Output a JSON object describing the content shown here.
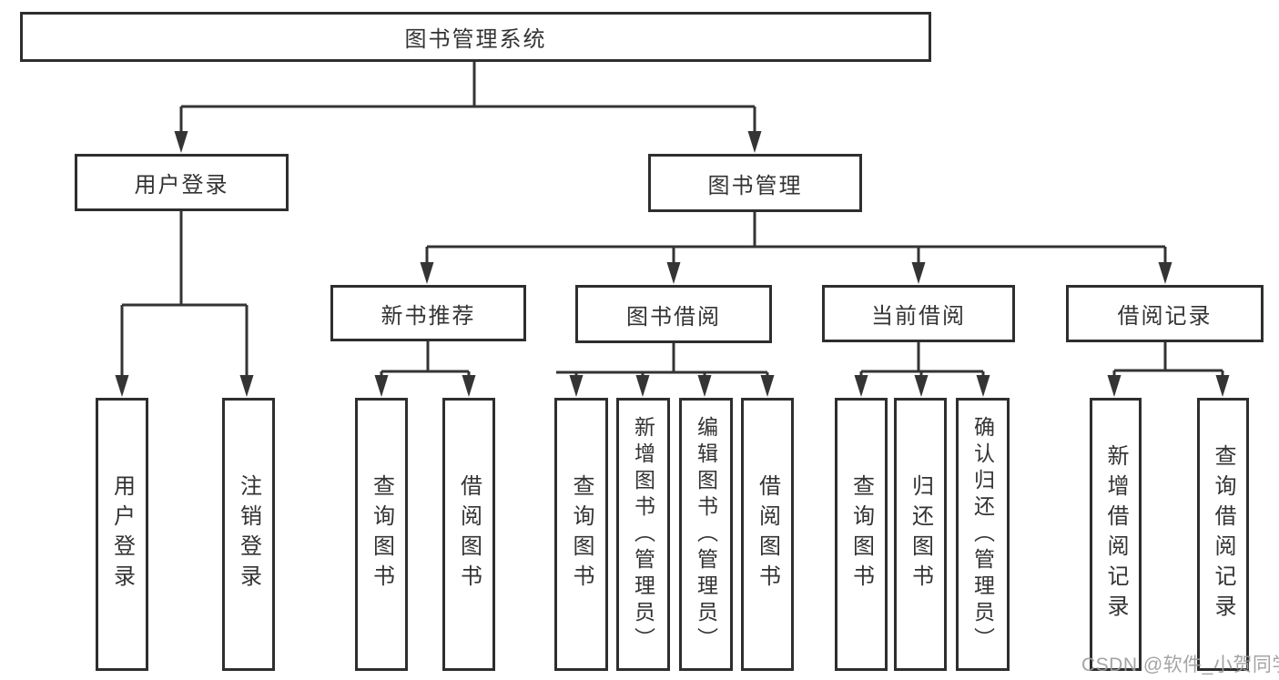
{
  "diagram": {
    "root": {
      "label": "图书管理系统"
    },
    "branches": [
      {
        "label": "用户登录",
        "children": [
          {
            "label": "用户登录"
          },
          {
            "label": "注销登录"
          }
        ]
      },
      {
        "label": "图书管理",
        "children": [
          {
            "label": "新书推荐",
            "children": [
              {
                "label": "查询图书"
              },
              {
                "label": "借阅图书"
              }
            ]
          },
          {
            "label": "图书借阅",
            "children": [
              {
                "label": "查询图书"
              },
              {
                "label": "新增图书（管理员）"
              },
              {
                "label": "编辑图书（管理员）"
              },
              {
                "label": "借阅图书"
              }
            ]
          },
          {
            "label": "当前借阅",
            "children": [
              {
                "label": "查询图书"
              },
              {
                "label": "归还图书"
              },
              {
                "label": "确认归还（管理员）"
              }
            ]
          },
          {
            "label": "借阅记录",
            "children": [
              {
                "label": "新增借阅记录"
              },
              {
                "label": "查询借阅记录"
              }
            ]
          }
        ]
      }
    ]
  },
  "watermark": {
    "text": "CSDN @软件_小贺同学"
  },
  "colors": {
    "line": "#343434",
    "box_border": "#2e2e2e",
    "text": "#333333",
    "watermark": "#9d9d9d",
    "background": "#ffffff"
  }
}
